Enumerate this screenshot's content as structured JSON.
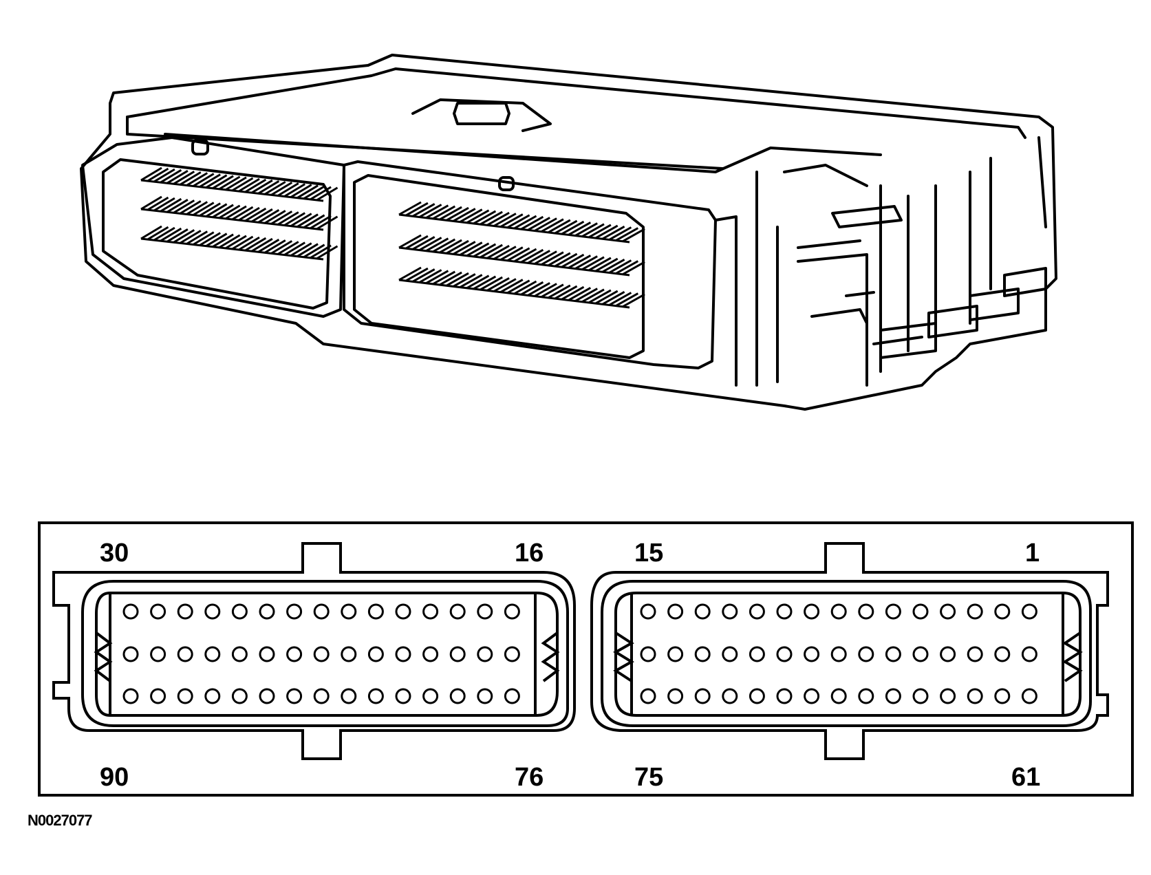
{
  "figure_id": "N0027077",
  "connector_face": {
    "rows": 3,
    "pins_per_row": 15,
    "left_block": {
      "top_left_pin": "30",
      "top_right_pin": "16",
      "bottom_left_pin": "90",
      "bottom_right_pin": "76"
    },
    "right_block": {
      "top_left_pin": "15",
      "top_right_pin": "1",
      "bottom_left_pin": "75",
      "bottom_right_pin": "61"
    }
  }
}
